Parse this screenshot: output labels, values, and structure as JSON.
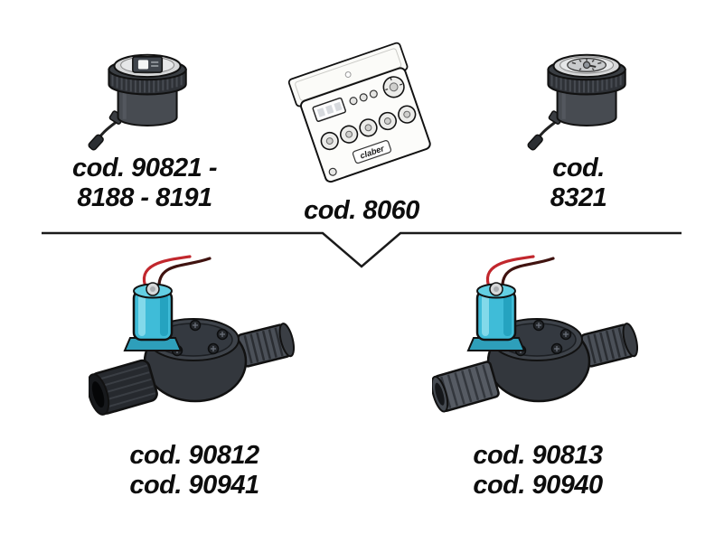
{
  "products": {
    "timer_left": {
      "code_line1": "cod. 90821 -",
      "code_line2": "8188 - 8191"
    },
    "controller": {
      "code": "cod. 8060",
      "brand": "claber"
    },
    "timer_right": {
      "code_line1": "cod.",
      "code_line2": "8321"
    },
    "valve_left": {
      "code_line1": "cod. 90812",
      "code_line2": "cod. 90941"
    },
    "valve_right": {
      "code_line1": "cod. 90813",
      "code_line2": "cod. 90940"
    }
  },
  "colors": {
    "solenoid_cyan": "#3fbcd8",
    "wire_red": "#c1272d",
    "wire_dark": "#401310",
    "valve_body_dark": "#33373d",
    "timer_body_gray": "#474b51",
    "line_black": "#1a1a1a"
  }
}
